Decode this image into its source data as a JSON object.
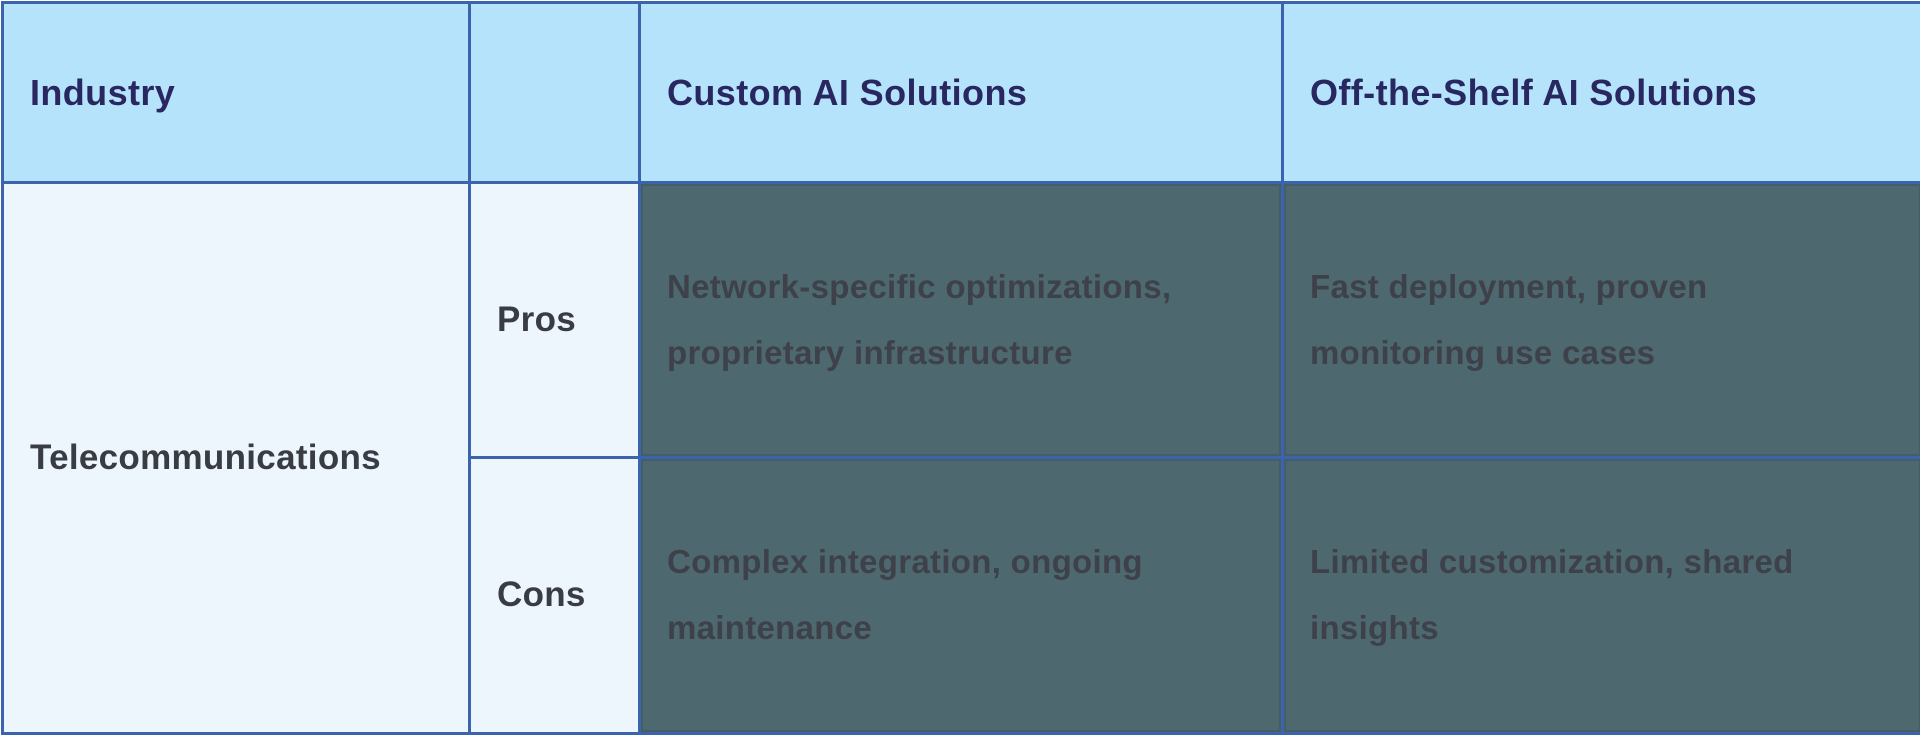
{
  "table": {
    "header": {
      "industry_label": "Industry",
      "spacer_label": "",
      "custom_label": "Custom AI Solutions",
      "off_the_shelf_label": "Off-the-Shelf AI Solutions"
    },
    "rows": [
      {
        "industry": "Telecommunications",
        "pros_label": "Pros",
        "cons_label": "Cons",
        "custom_pros": "Network-specific optimizations,\nproprietary infrastructure",
        "off_the_shelf_pros": "Fast deployment, proven\nmonitoring use cases",
        "custom_cons": "Complex integration, ongoing\nmaintenance",
        "off_the_shelf_cons": "Limited customization, shared\ninsights"
      }
    ]
  },
  "chart_data": {
    "type": "table",
    "title": "",
    "columns": [
      "Industry",
      "",
      "Custom AI Solutions",
      "Off-the-Shelf AI Solutions"
    ],
    "rows": [
      [
        "Telecommunications",
        "Pros",
        "Network-specific optimizations, proprietary infrastructure",
        "Fast deployment, proven monitoring use cases"
      ],
      [
        "Telecommunications",
        "Cons",
        "Complex integration, ongoing maintenance",
        "Limited customization, shared insights"
      ]
    ]
  },
  "colors": {
    "header_bg": "#b5e3fc",
    "header_text": "#29275f",
    "light_cell_bg": "#edf6fd",
    "label_text": "#393c42",
    "dark_cell_bg": "#4d686e",
    "dark_cell_text": "#3e414a",
    "border": "#3c63ad"
  }
}
